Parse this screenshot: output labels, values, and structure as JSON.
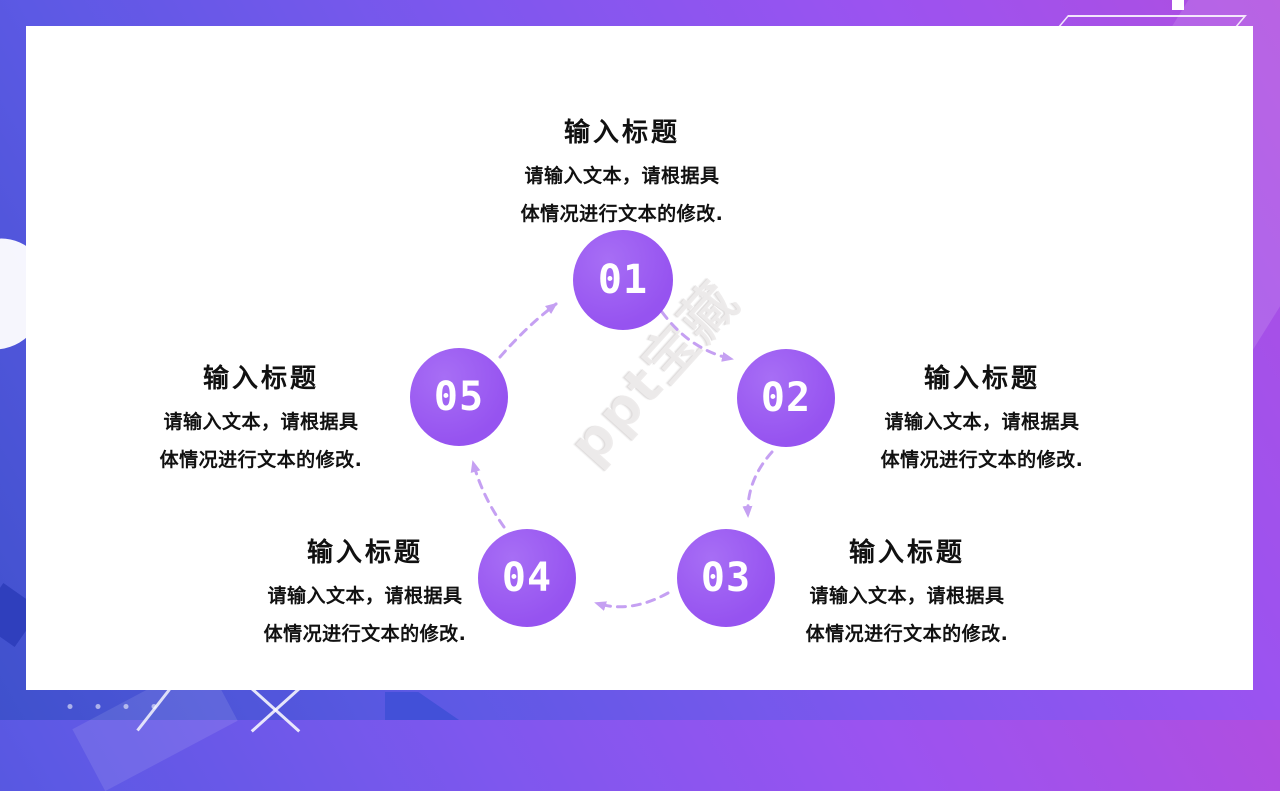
{
  "slide": {
    "watermark_text": "ppt宝藏",
    "steps": [
      {
        "number": "01",
        "title": "输入标题",
        "desc_line1": "请输入文本，请根据具",
        "desc_line2": "体情况进行文本的修改."
      },
      {
        "number": "02",
        "title": "输入标题",
        "desc_line1": "请输入文本，请根据具",
        "desc_line2": "体情况进行文本的修改."
      },
      {
        "number": "03",
        "title": "输入标题",
        "desc_line1": "请输入文本，请根据具",
        "desc_line2": "体情况进行文本的修改."
      },
      {
        "number": "04",
        "title": "输入标题",
        "desc_line1": "请输入文本，请根据具",
        "desc_line2": "体情况进行文本的修改."
      },
      {
        "number": "05",
        "title": "输入标题",
        "desc_line1": "请输入文本，请根据具",
        "desc_line2": "体情况进行文本的修改."
      }
    ],
    "colors": {
      "step_circle": "#9c5cf2",
      "arrow": "#c5a0f2",
      "panel": "#ffffff",
      "text": "#111111",
      "bg_top_right": "#b04ee0",
      "bg_bottom_left": "#3f51cc"
    }
  }
}
